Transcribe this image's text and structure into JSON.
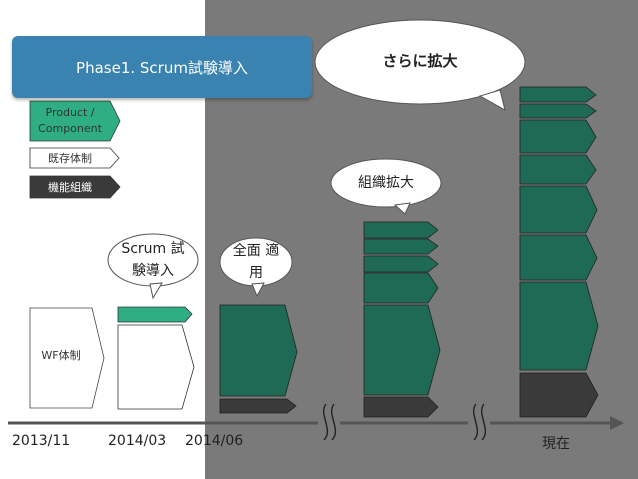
{
  "banner": {
    "title": "Phase1. Scrum試験導入"
  },
  "legend": {
    "product": "Product / Component",
    "existing": "既存体制",
    "functional": "機能組織"
  },
  "wf_label": "WF体制",
  "bubbles": {
    "scrum": "Scrum 試験導入",
    "full": "全面 適用",
    "expand_org": "組織拡大",
    "expand_more": "さらに拡大"
  },
  "timeline": {
    "t1": "2013/11",
    "t2": "2014/03",
    "t3": "2014/06",
    "t4": "現在"
  },
  "colors": {
    "scrum_green": "#2fae83",
    "team_green": "#1f6a54",
    "functional_dark": "#3a3a3a",
    "banner_blue": "#3a83b0",
    "background_gray": "#7a7a7a"
  }
}
